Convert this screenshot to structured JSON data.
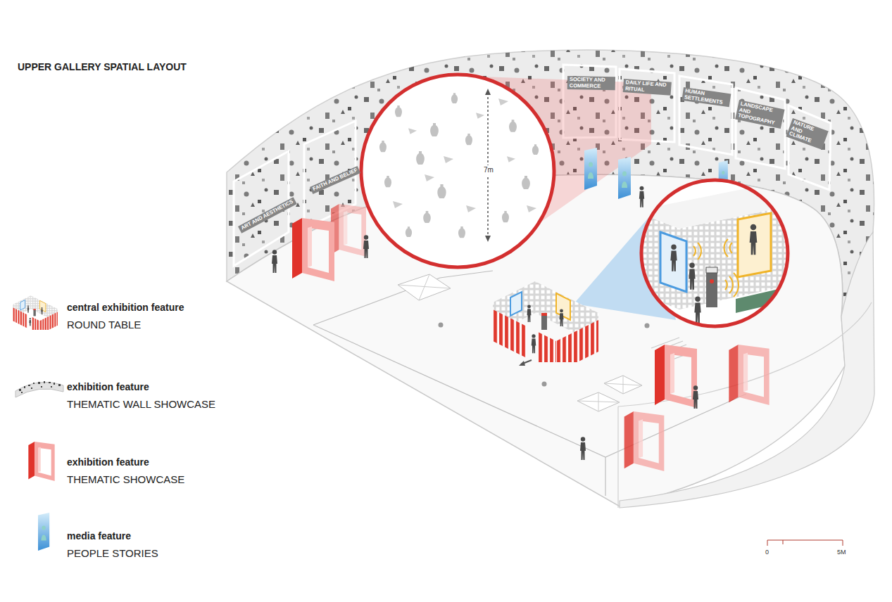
{
  "diagram": {
    "title": "UPPER GALLERY SPATIAL LAYOUT",
    "labels": [
      "ART AND AESTHETICS",
      "FAITH AND BELIEF",
      "SOCIETY AND COMMERCE",
      "DAILY LIFE AND RITUAL",
      "HUMAN SETTLEMENTS",
      "LANDSCAPE AND TOPOGRAPHY",
      "NATURE AND CLIMATE",
      "7m",
      "0",
      "5M",
      "central exhibition feature",
      "exhibition feature",
      "exhibition feature",
      "media feature"
    ],
    "legend": [
      {
        "text": "ROUND TABLE"
      },
      {
        "text": "THEMATIC WALL SHOWCASE"
      },
      {
        "text": "THEMATIC SHOWCASE"
      },
      {
        "text": "PEOPLE STORIES"
      }
    ]
  }
}
